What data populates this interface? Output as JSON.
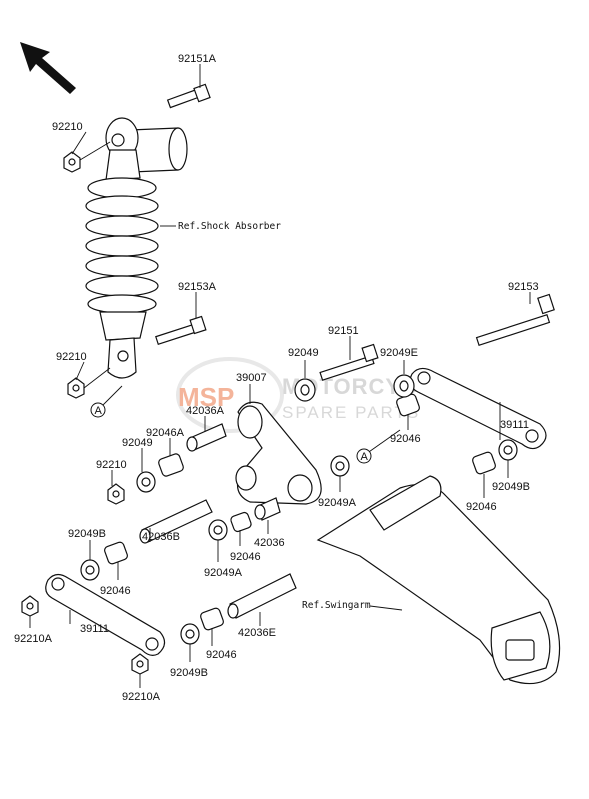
{
  "watermark": {
    "logo_text": "MSP",
    "brand_line1": "MOTORCYCLE",
    "brand_line2": "SPARE PARTS"
  },
  "reference_labels": {
    "shock": "Ref.Shock Absorber",
    "swingarm": "Ref.Swingarm"
  },
  "callout_markers": {
    "a1": "A",
    "a2": "A"
  },
  "part_labels": {
    "p92151A": "92151A",
    "p92210_top": "92210",
    "p92153A": "92153A",
    "p92210_mid": "92210",
    "p92153": "92153",
    "p92151": "92151",
    "p92049_top": "92049",
    "p92049E": "92049E",
    "p39007": "39007",
    "p42036A": "42036A",
    "p92046A": "92046A",
    "p92049_left": "92049",
    "p92210_left": "92210",
    "p92046_mid": "92046",
    "p39111_right": "39111",
    "p92049A_mid": "92049A",
    "p92049B_right": "92049B",
    "p92046_right": "92046",
    "p92049B_left": "92049B",
    "p42036B": "42036B",
    "p92046_low1": "92046",
    "p42036": "42036",
    "p92049A_low": "92049A",
    "p92046_low2": "92046",
    "p42036E": "42036E",
    "p92210A_left": "92210A",
    "p39111_left": "39111",
    "p92046_bottom": "92046",
    "p92049B_bottom": "92049B",
    "p92210A_bottom": "92210A"
  },
  "icons": {
    "direction": "front-direction-arrow-icon"
  }
}
